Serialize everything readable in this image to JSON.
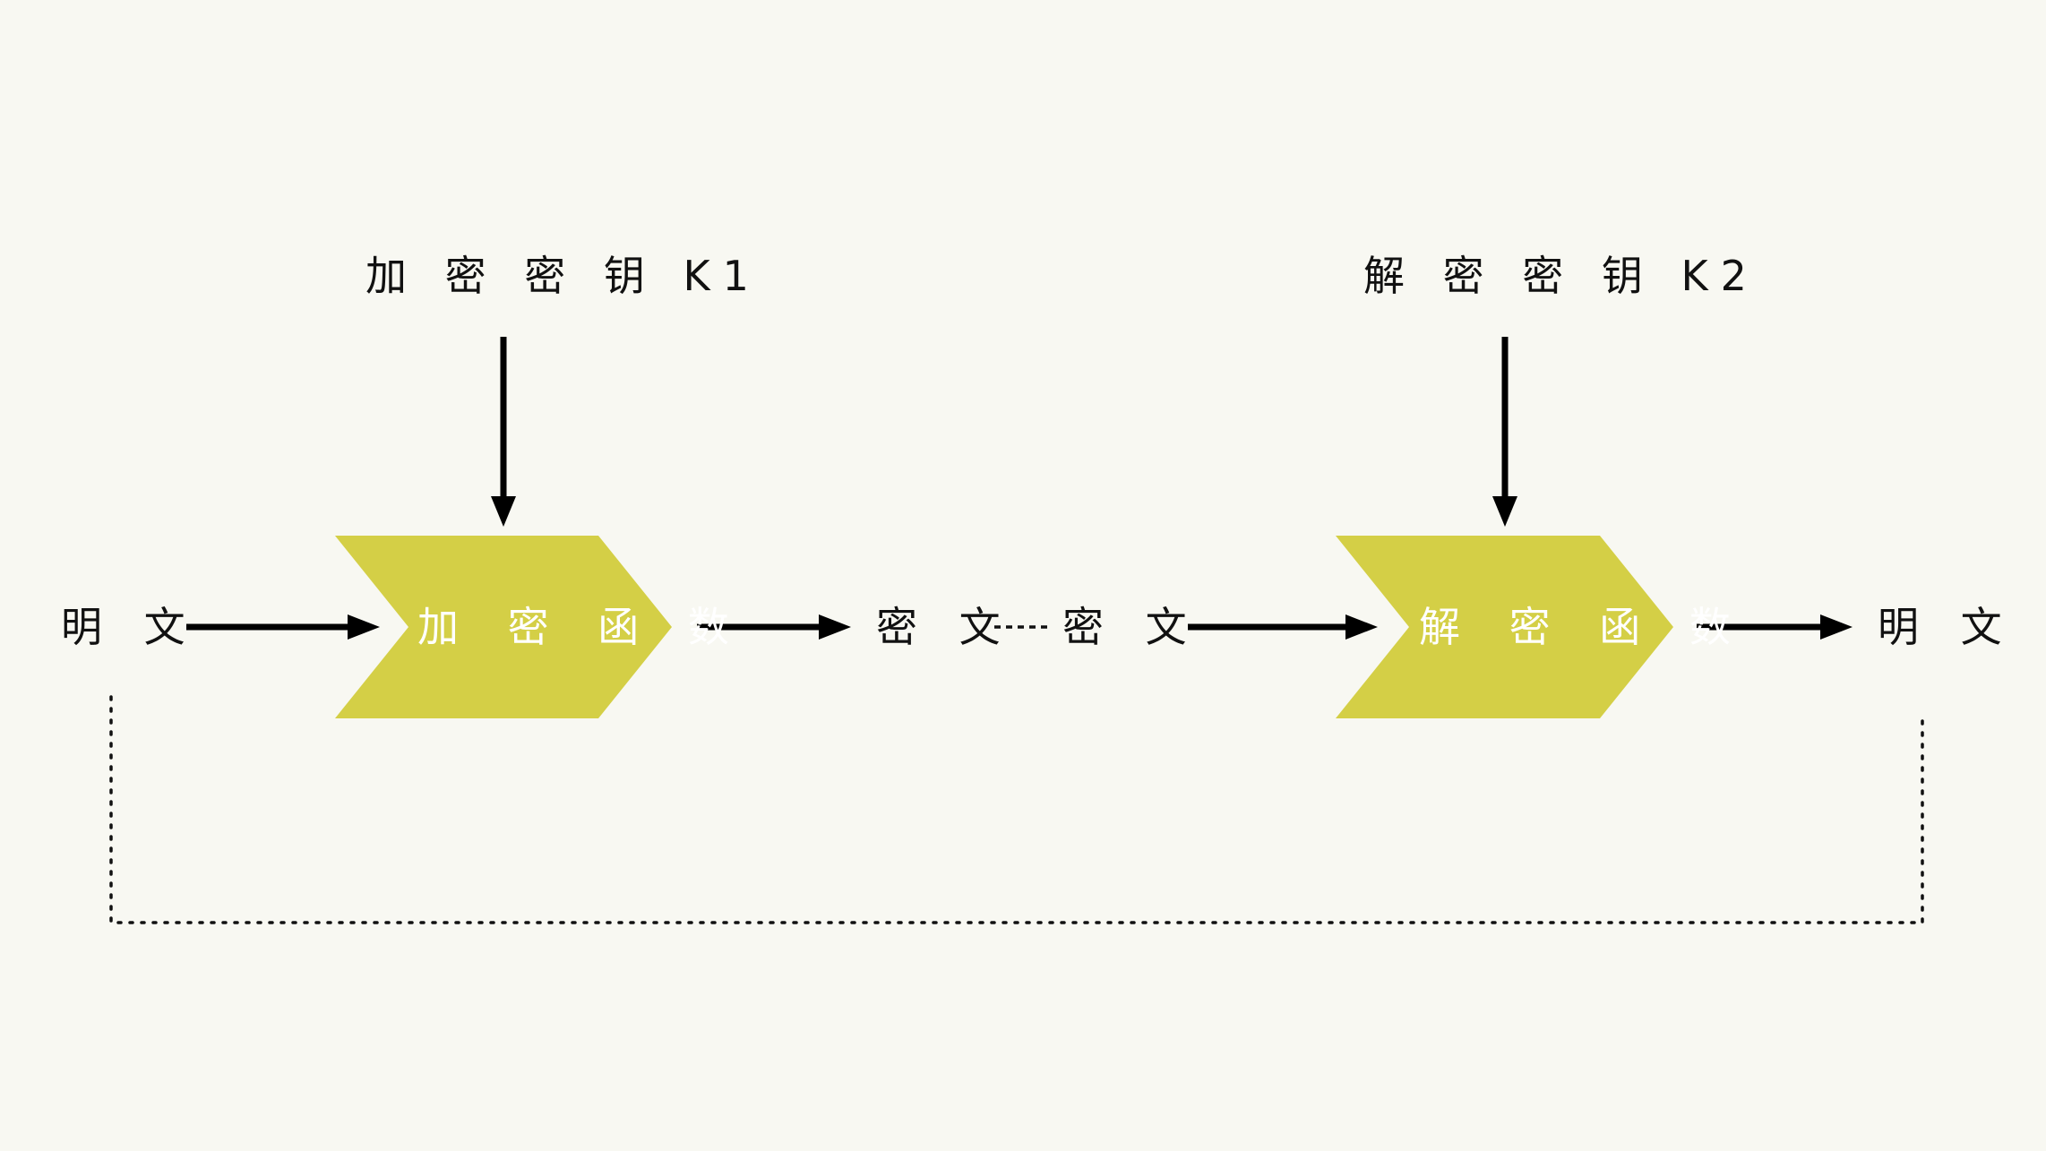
{
  "labels": {
    "encrypt_key": "加 密 密 钥 K1",
    "decrypt_key": "解 密 密 钥 K2",
    "plaintext_in": "明 文",
    "encrypt_function": "加 密 函 数",
    "ciphertext_sent": "密 文",
    "ciphertext_received": "密 文",
    "decrypt_function": "解 密 函 数",
    "plaintext_out": "明 文"
  },
  "colors": {
    "background": "#f8f8f2",
    "chevron_fill": "#d4cf46",
    "arrow": "#000000",
    "text": "#111111",
    "function_text": "#ffffff"
  }
}
